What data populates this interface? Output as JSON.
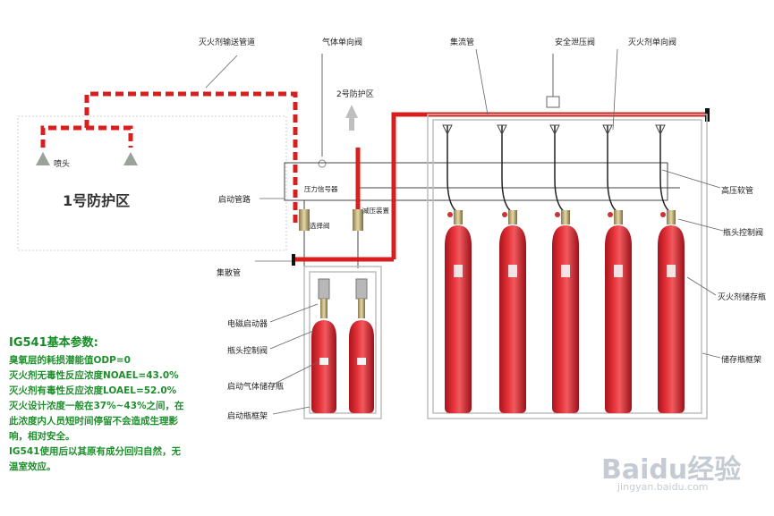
{
  "colors": {
    "pipe_red": "#d81f1f",
    "cylinder_red": "#d8222b",
    "frame_gray": "#9a9a9a",
    "param_green": "#1e8f2c",
    "watermark_gray": "#9aa4b0"
  },
  "labels": {
    "agent_pipe": "灭火剂输送管道",
    "gas_check_valve": "气体单向阀",
    "manifold": "集流管",
    "safety_relief_valve": "安全泄压阀",
    "agent_check_valve": "灭火剂单向阀",
    "zone2": "2号防护区",
    "nozzle": "喷头",
    "zone1": "1号防护区",
    "pressure_switch": "压力信号器",
    "start_pipeline": "启动管路",
    "selector_valve": "选择阀",
    "pressure_reducer": "减压装置",
    "high_pressure_hose": "高压软管",
    "bottle_head_valve_right": "瓶头控制阀",
    "collector_pipe": "集散管",
    "agent_cylinder": "灭火剂储存瓶",
    "solenoid_starter": "电磁启动器",
    "bottle_head_valve_left": "瓶头控制阀",
    "storage_rack": "储存瓶框架",
    "starter_cylinder": "启动气体储存瓶",
    "starter_rack": "启动瓶框架"
  },
  "params": {
    "title": "IG541基本参数:",
    "lines": [
      "臭氧层的耗损潜能值ODP=0",
      "灭火剂无毒性反应浓度NOAEL=43.0%",
      "灭火剂有毒性反应浓度LOAEL=52.0%",
      "灭火设计浓度一般在37%~43%之间，在",
      "此浓度内人员短时间停留不会造成生理影",
      "响，相对安全。",
      "IG541使用后以其原有成分回归自然，无",
      "温室效应。"
    ]
  },
  "watermark": {
    "brand": "Baidu经验",
    "url": "jingyan.baidu.com"
  }
}
